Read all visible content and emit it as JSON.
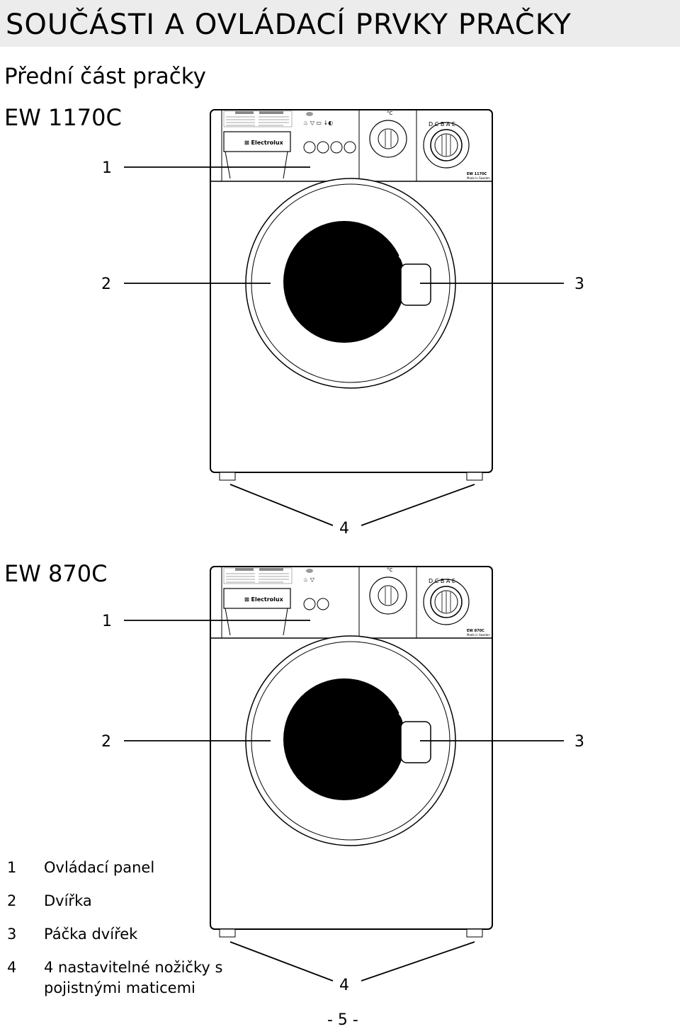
{
  "header": {
    "title": "SOUČÁSTI A OVLÁDACÍ PRVKY PRAČKY",
    "subtitle": "Přední část pračky"
  },
  "machines": [
    {
      "model": "EW 1170C",
      "panel_model": "EW 1170C",
      "panel_made": "Made in Sweden",
      "callouts": [
        "1",
        "2",
        "3",
        "4"
      ]
    },
    {
      "model": "EW 870C",
      "panel_model": "EW 870C",
      "panel_made": "Made in Sweden",
      "callouts": [
        "1",
        "2",
        "3",
        "4"
      ]
    }
  ],
  "brand": "Electrolux",
  "legend": [
    {
      "num": "1",
      "label": "Ovládací panel"
    },
    {
      "num": "2",
      "label": "Dvířka"
    },
    {
      "num": "3",
      "label": "Páčka dvířek"
    },
    {
      "num": "4",
      "label_line1": "4 nastavitelné nožičky s",
      "label_line2": "pojistnými maticemi"
    }
  ],
  "page_number": "- 5 -"
}
